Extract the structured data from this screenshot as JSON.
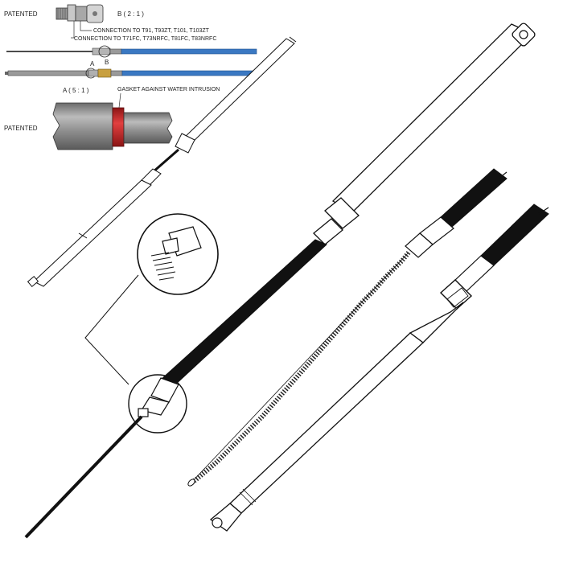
{
  "labels": {
    "patented_top": "PATENTED",
    "scale_b": "B ( 2 : 1 )",
    "connection_t91": "CONNECTION TO T91, T93ZT, T101, T103ZT",
    "connection_t71": "CONNECTION TO T71FC, T73NRFC, T81FC, T83NRFC",
    "marker_a": "A",
    "marker_b": "B",
    "scale_a": "A ( 5 : 1 )",
    "gasket": "GASKET AGAINST WATER INTRUSION",
    "patented_mid": "PATENTED"
  },
  "colors": {
    "cable_blue": "#3a78c2",
    "gasket_red": "#cc2a2a",
    "metal_gray": "#8e8e8e",
    "line": "#111111"
  }
}
